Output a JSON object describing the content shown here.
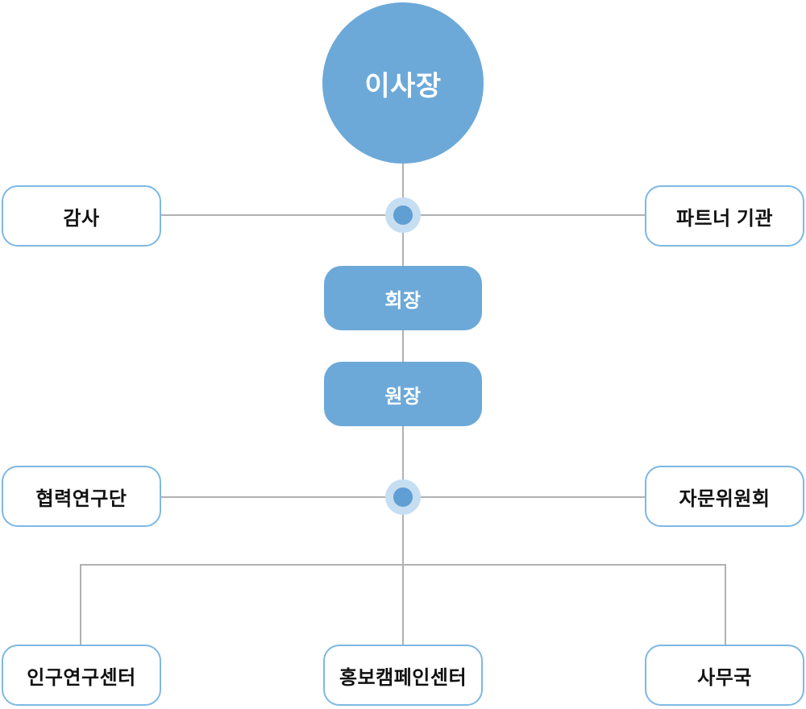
{
  "diagram": {
    "type": "org-chart",
    "nodes": {
      "chairman": {
        "label": "이사장",
        "shape": "circle",
        "style": "filled",
        "level": 1
      },
      "auditor": {
        "label": "감사",
        "shape": "rounded-rect",
        "style": "outlined",
        "level": 2,
        "side": "left"
      },
      "partner": {
        "label": "파트너 기관",
        "shape": "rounded-rect",
        "style": "outlined",
        "level": 2,
        "side": "right"
      },
      "president": {
        "label": "회장",
        "shape": "rounded-rect",
        "style": "filled",
        "level": 3
      },
      "director": {
        "label": "원장",
        "shape": "rounded-rect",
        "style": "filled",
        "level": 4
      },
      "coop": {
        "label": "협력연구단",
        "shape": "rounded-rect",
        "style": "outlined",
        "level": 5,
        "side": "left"
      },
      "advisory": {
        "label": "자문위원회",
        "shape": "rounded-rect",
        "style": "outlined",
        "level": 5,
        "side": "right"
      },
      "population": {
        "label": "인구연구센터",
        "shape": "rounded-rect",
        "style": "outlined",
        "level": 6
      },
      "pr": {
        "label": "홍보캠페인센터",
        "shape": "rounded-rect",
        "style": "outlined",
        "level": 6
      },
      "secretariat": {
        "label": "사무국",
        "shape": "rounded-rect",
        "style": "outlined",
        "level": 6
      }
    },
    "edges": [
      {
        "from": "chairman",
        "to": "president",
        "via": "hub"
      },
      {
        "from": "hub1",
        "to": "auditor"
      },
      {
        "from": "hub1",
        "to": "partner"
      },
      {
        "from": "president",
        "to": "director"
      },
      {
        "from": "director",
        "to": "branch",
        "via": "hub"
      },
      {
        "from": "hub2",
        "to": "coop"
      },
      {
        "from": "hub2",
        "to": "advisory"
      },
      {
        "from": "branch",
        "to": "population"
      },
      {
        "from": "branch",
        "to": "pr"
      },
      {
        "from": "branch",
        "to": "secretariat"
      }
    ]
  },
  "colors": {
    "node_fill": "#6ca9d8",
    "node_outline": "#7db8e5",
    "line_gray": "#b1b1b1",
    "hub_halo": "#c6def2",
    "hub_dot": "#5f9fd3",
    "text_dark": "#111111",
    "text_light": "#ffffff",
    "bg": "#ffffff"
  }
}
